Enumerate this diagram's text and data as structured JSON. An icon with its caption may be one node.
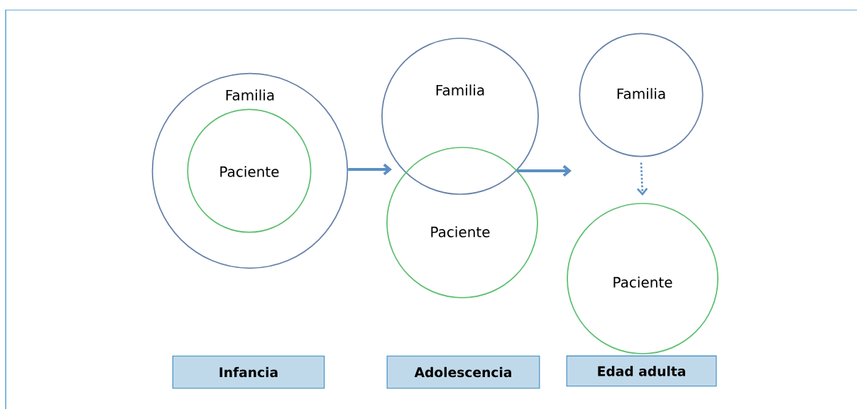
{
  "diagram": {
    "nodes": [
      {
        "text": [
          "Familia"
        ]
      },
      {
        "text": [
          "Paciente"
        ],
        "in": 0
      },
      {
        "text": [
          "Familia"
        ]
      },
      {
        "text": [
          "Paciente"
        ]
      },
      {
        "text": [
          "Familia"
        ]
      },
      {
        "text": [
          "Paciente"
        ]
      },
      {
        "text": [
          "Infancia"
        ]
      },
      {
        "text": [
          "Adolescencia"
        ]
      },
      {
        "text": [
          "Edad adulta"
        ]
      }
    ],
    "edges": [
      {
        "from": 0,
        "to": 2,
        "arrow": "to"
      },
      {
        "from": 2,
        "to": null,
        "arrow": "to"
      },
      {
        "from": 4,
        "to": 5,
        "arrow": "to",
        "style": "dashed"
      }
    ]
  }
}
